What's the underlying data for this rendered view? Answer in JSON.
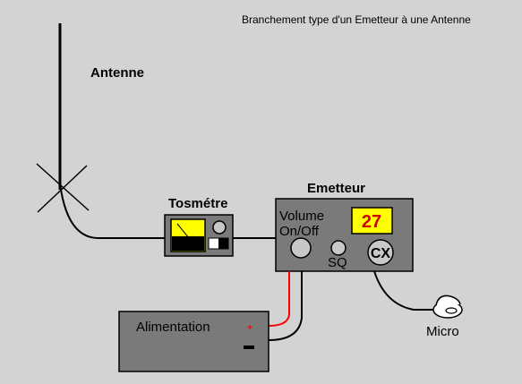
{
  "title": "Branchement type d'un Emetteur à une Antenne",
  "labels": {
    "antenne": "Antenne",
    "tosmetre": "Tosmétre",
    "emetteur": "Emetteur",
    "volume": "Volume",
    "on_off": "On/Off",
    "channel": "27",
    "sq": "SQ",
    "cx": "CX",
    "alimentation": "Alimentation",
    "plus": "+",
    "minus": "—",
    "micro": "Micro"
  },
  "colors": {
    "background": "#d3d3d3",
    "box": "#7a7a7a",
    "meter": "#ffff00",
    "display": "#ffff00",
    "channel_text": "#cc0000",
    "positive_wire": "#ff0000",
    "wire": "#000000"
  }
}
